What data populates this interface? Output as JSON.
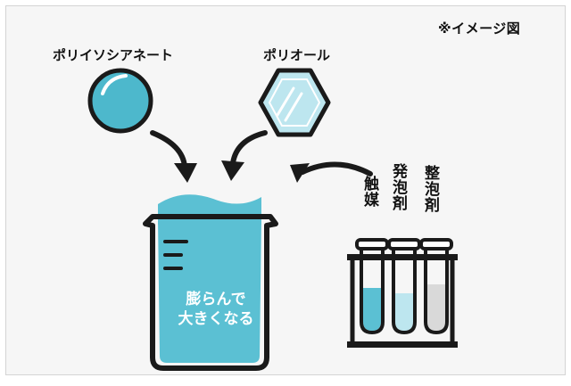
{
  "note": "※イメージ図",
  "ingredients": {
    "isocyanate": "ポリイソシアネート",
    "polyol": "ポリオール"
  },
  "additives": {
    "catalyst": "触媒",
    "foaming_agent": "発泡剤",
    "regulator": "整泡剤"
  },
  "beaker_caption": {
    "line1": "膨らんで",
    "line2": "大きくなる"
  },
  "colors": {
    "liquid": "#5bc0d3",
    "outline": "#1a1a1a",
    "sphere": "#4db8cc",
    "hexagon": "#bde6ef",
    "tube_light": "#d9d9d9",
    "background": "#f6f6f6"
  }
}
